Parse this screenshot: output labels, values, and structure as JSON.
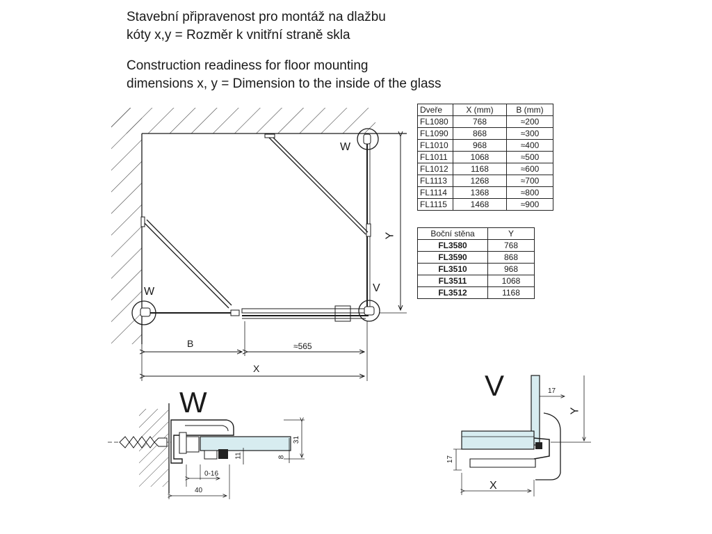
{
  "header": {
    "line1": "Stavební připravenost pro montáž na dlažbu",
    "line2": "kóty x,y = Rozměr k vnitřní straně skla",
    "line3": "Construction readiness for floor mounting",
    "line4": "dimensions x, y = Dimension to the inside of the glass"
  },
  "door_table": {
    "headers": [
      "Dveře",
      "X (mm)",
      "B (mm)"
    ],
    "rows": [
      [
        "FL1080",
        "768",
        "≈200"
      ],
      [
        "FL1090",
        "868",
        "≈300"
      ],
      [
        "FL1010",
        "968",
        "≈400"
      ],
      [
        "FL1011",
        "1068",
        "≈500"
      ],
      [
        "FL1012",
        "1168",
        "≈600"
      ],
      [
        "FL1113",
        "1268",
        "≈700"
      ],
      [
        "FL1114",
        "1368",
        "≈800"
      ],
      [
        "FL1115",
        "1468",
        "≈900"
      ]
    ]
  },
  "side_table": {
    "headers": [
      "Boční stěna",
      "Y"
    ],
    "rows": [
      [
        "FL3580",
        "768"
      ],
      [
        "FL3590",
        "868"
      ],
      [
        "FL3510",
        "968"
      ],
      [
        "FL3511",
        "1068"
      ],
      [
        "FL3512",
        "1168"
      ]
    ]
  },
  "plan": {
    "label_w_top": "W",
    "label_w_left": "W",
    "label_v": "V",
    "label_y": "Y",
    "label_b": "B",
    "label_565": "≈565",
    "label_x": "X"
  },
  "detail_w": {
    "title": "W",
    "dim_31": "31",
    "dim_11": "11",
    "dim_8": "8",
    "dim_0_16": "0-16",
    "dim_40": "40"
  },
  "detail_v": {
    "title": "V",
    "dim_17_top": "17",
    "dim_17_left": "17",
    "label_y": "Y",
    "label_x": "X"
  },
  "colors": {
    "line": "#1a1a1a",
    "glass": "#d7ecf0",
    "hatch": "#444444"
  }
}
